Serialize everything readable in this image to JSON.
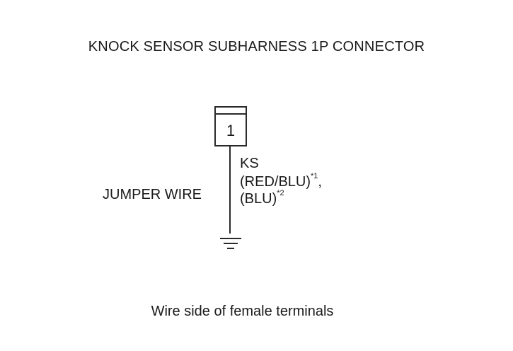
{
  "title": "KNOCK SENSOR SUBHARNESS 1P CONNECTOR",
  "connector": {
    "pin_number": "1"
  },
  "wire": {
    "left_label": "JUMPER WIRE",
    "signal_name": "KS",
    "color_1": "(RED/BLU)",
    "color_1_note": "*1",
    "color_1_separator": ",",
    "color_2": "(BLU)",
    "color_2_note": "*2"
  },
  "caption": "Wire side of female terminals",
  "icons": {
    "ground": "ground-symbol-icon"
  }
}
